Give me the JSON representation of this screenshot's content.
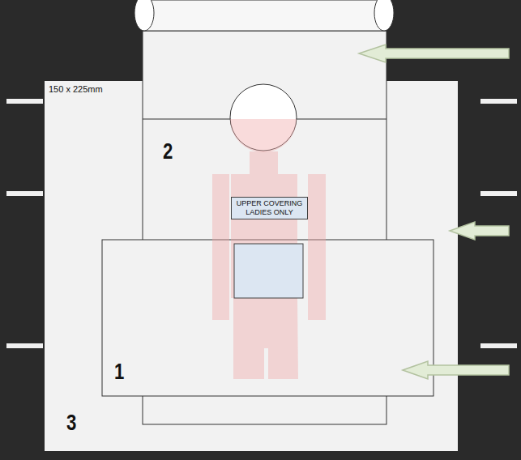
{
  "diagram": {
    "nodes": [
      {
        "text": [
          "UPPER COVERING LADIES ONLY"
        ]
      }
    ],
    "labels": [
      "150 x 225mm",
      "2",
      "1",
      "3"
    ]
  }
}
